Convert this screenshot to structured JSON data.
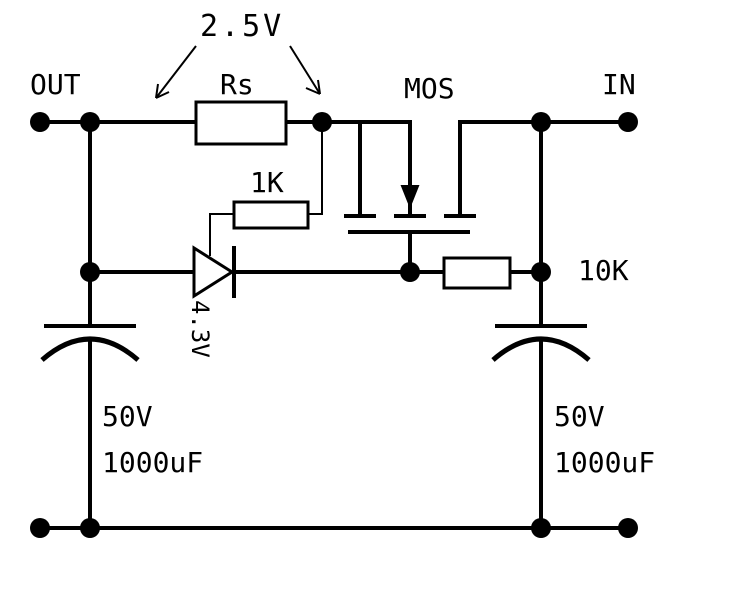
{
  "labels": {
    "out": "OUT",
    "in": "IN",
    "rs": "Rs",
    "voltage_drop": "2.5V",
    "mos": "MOS",
    "r1k": "1K",
    "r10k": "10K",
    "zener": "4.3V",
    "cap_left_voltage": "50V",
    "cap_left_capacitance": "1000uF",
    "cap_right_voltage": "50V",
    "cap_right_capacitance": "1000uF"
  },
  "colors": {
    "ink": "#000000",
    "background": "#ffffff"
  }
}
